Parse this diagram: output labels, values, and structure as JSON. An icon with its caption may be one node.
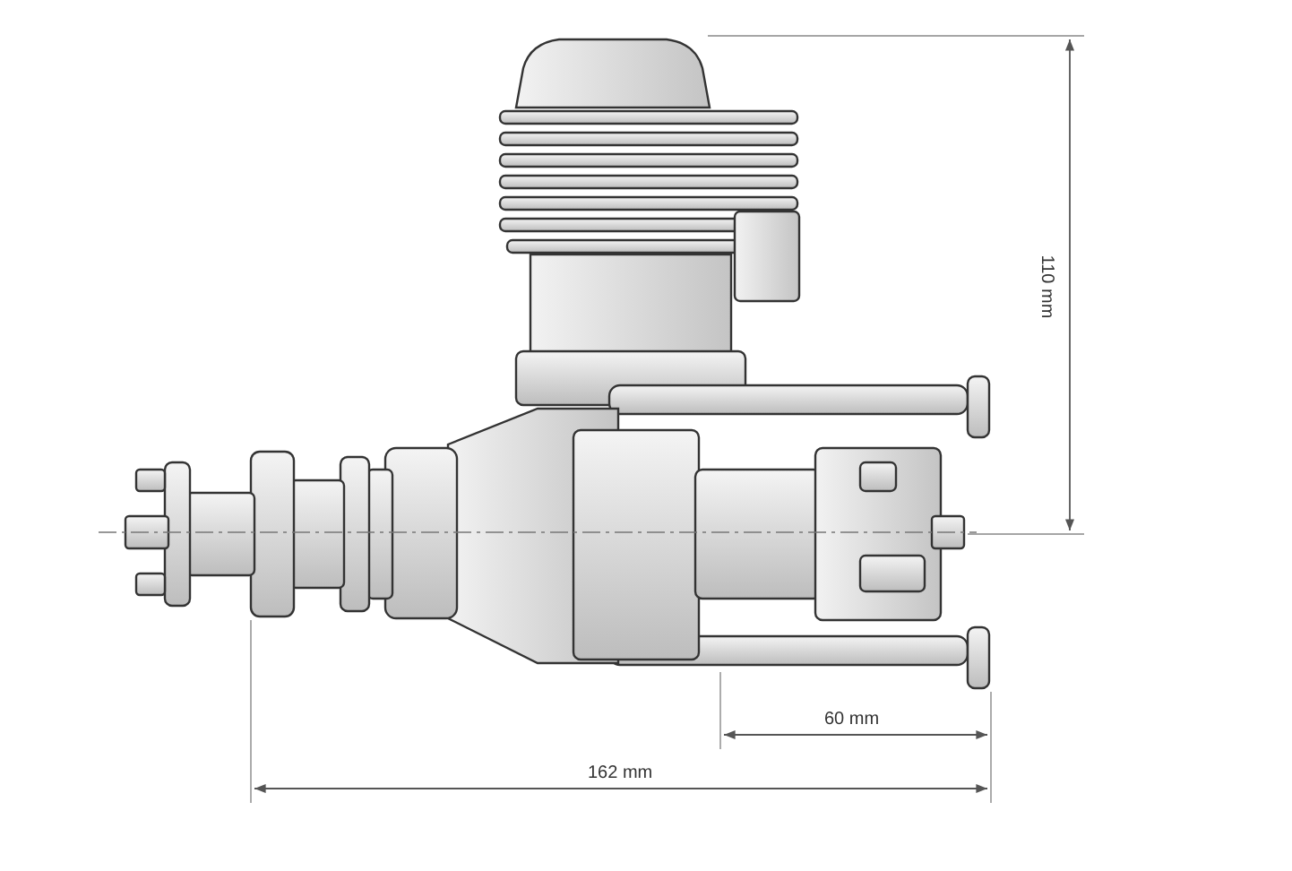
{
  "diagram": {
    "labels": [
      "110 mm",
      "60 mm",
      "162 mm"
    ]
  }
}
